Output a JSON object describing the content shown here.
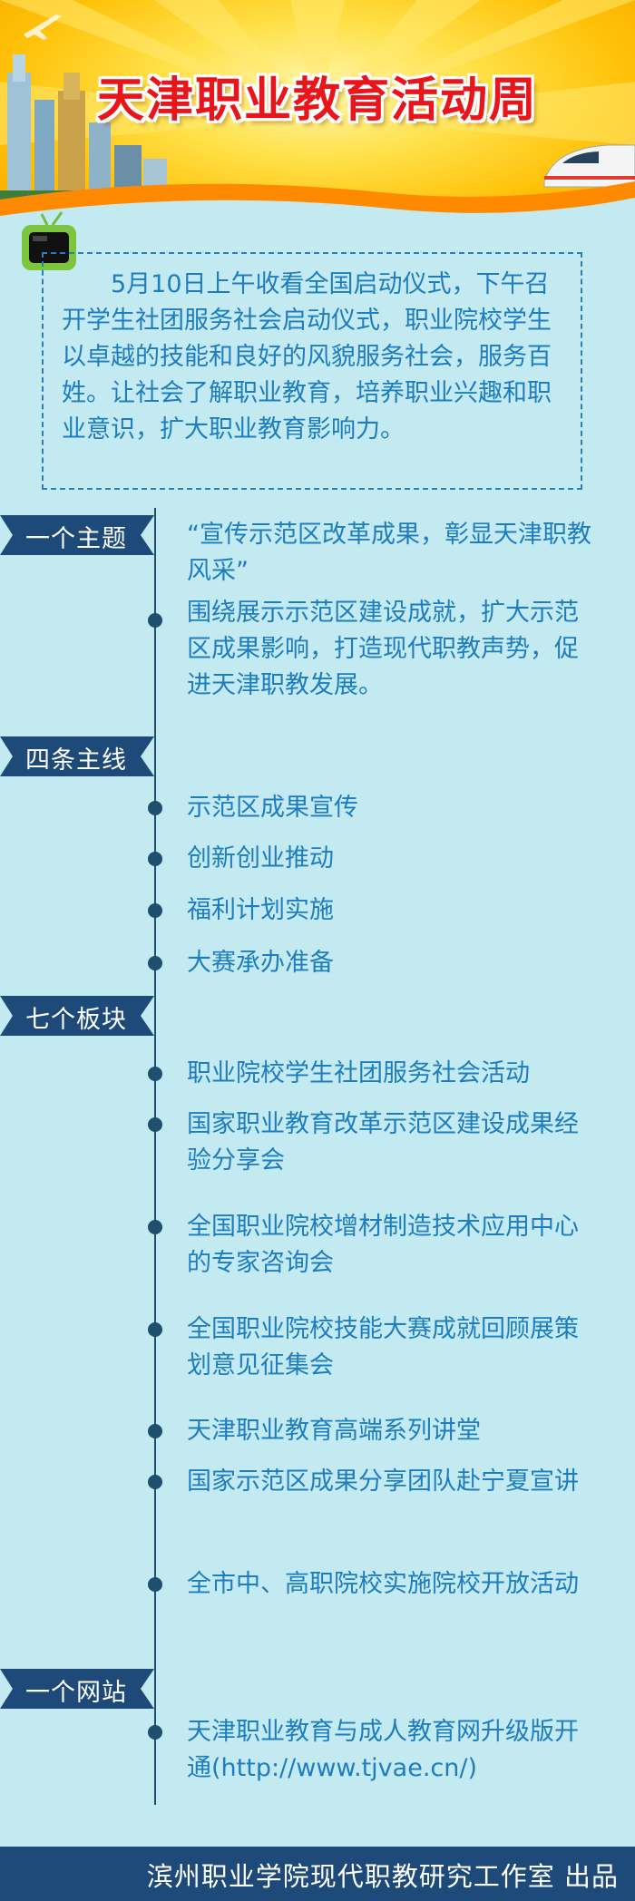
{
  "header": {
    "title": "天津职业教育活动周"
  },
  "intro": {
    "text": "5月10日上午收看全国启动仪式，下午召开学生社团服务社会启动仪式，职业院校学生以卓越的技能和良好的风貌服务社会，服务百姓。让社会了解职业教育，培养职业兴趣和职业意识，扩大职业教育影响力。"
  },
  "sections": {
    "theme": {
      "label": "一个主题",
      "items": [
        "“宣传示范区改革成果，彰显天津职教风采”",
        "围绕展示示范区建设成就，扩大示范区成果影响，打造现代职教声势，促进天津职教发展。"
      ]
    },
    "lines": {
      "label": "四条主线",
      "items": [
        "示范区成果宣传",
        "创新创业推动",
        "福利计划实施",
        "大赛承办准备"
      ]
    },
    "blocks": {
      "label": "七个板块",
      "items": [
        "职业院校学生社团服务社会活动",
        "国家职业教育改革示范区建设成果经验分享会",
        "全国职业院校增材制造技术应用中心的专家咨询会",
        "全国职业院校技能大赛成就回顾展策划意见征集会",
        "天津职业教育高端系列讲堂",
        "国家示范区成果分享团队赴宁夏宣讲",
        "全市中、高职院校实施院校开放活动"
      ]
    },
    "site": {
      "label": "一个网站",
      "items": [
        "天津职业教育与成人教育网升级版开通(http://www.tjvae.cn/)"
      ]
    }
  },
  "footer": {
    "text": "滨州职业学院现代职教研究工作室 出品"
  },
  "colors": {
    "accent_text": "#1d7dbe",
    "title_red": "#e8151b",
    "label_bg": "#1d4a78",
    "background": "#c3eaf0"
  }
}
